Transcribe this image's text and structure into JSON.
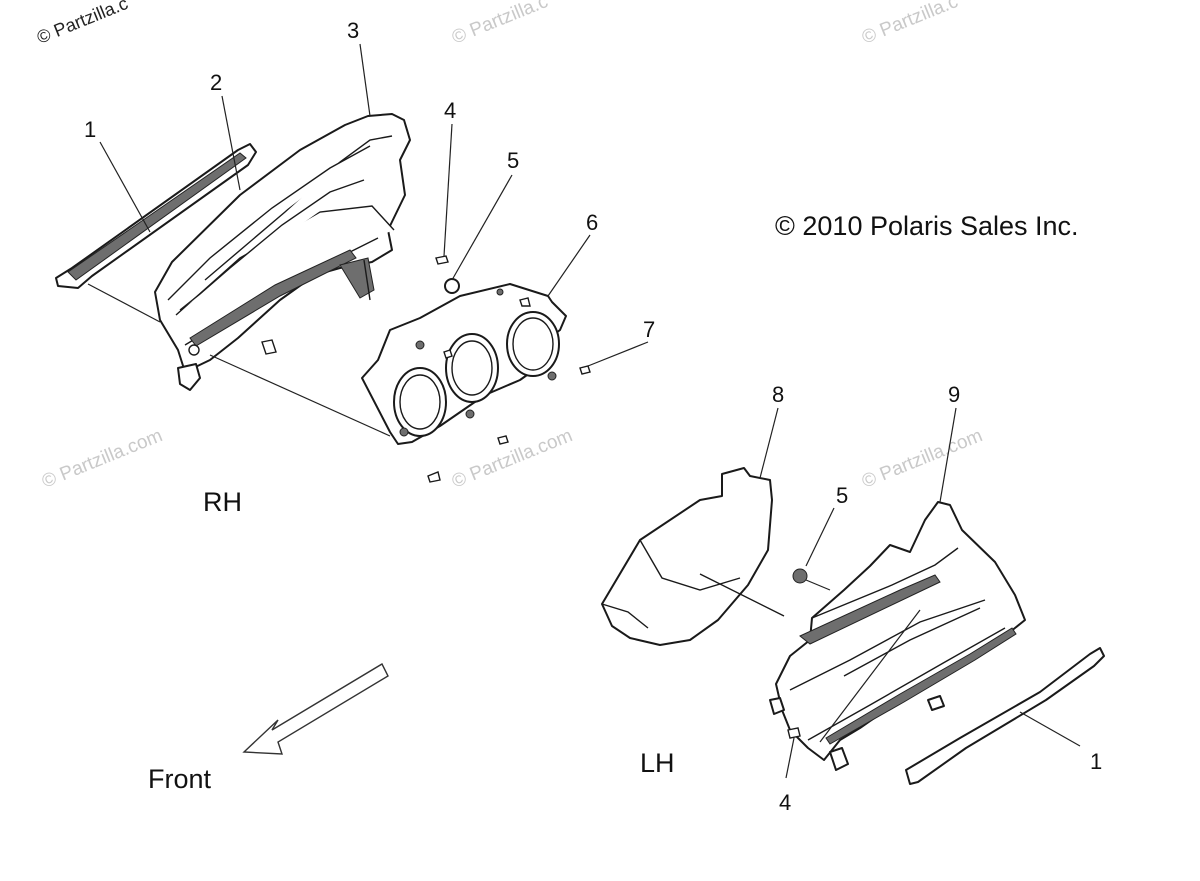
{
  "watermarks": [
    "© Partzilla.c",
    "© Partzilla.c",
    "© Partzilla.c",
    "© Partzilla.com",
    "© Partzilla.com",
    "© Partzilla.com"
  ],
  "copyright": "© 2010 Polaris Sales Inc.",
  "labels": {
    "rh": "RH",
    "lh": "LH",
    "front": "Front"
  },
  "callouts": {
    "rh_1": "1",
    "rh_2": "2",
    "rh_3": "3",
    "rh_4": "4",
    "rh_5": "5",
    "rh_6": "6",
    "rh_7": "7",
    "lh_8": "8",
    "lh_9": "9",
    "lh_5": "5",
    "lh_4": "4",
    "lh_1": "1"
  }
}
